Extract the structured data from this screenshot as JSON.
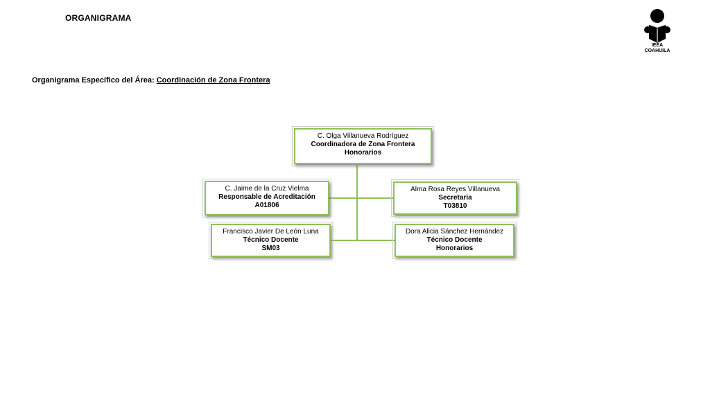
{
  "header": {
    "title": "ORGANIGRAMA",
    "logo_lines": [
      "IEEA",
      "COAHUILA"
    ]
  },
  "subtitle": {
    "prefix": "Organigrama Específico del Área:",
    "area": "Coordinación de Zona Frontera"
  },
  "colors": {
    "box_border": "#8ec05a",
    "connector": "#8ec05a"
  },
  "org": {
    "root": {
      "name": "C. Olga Villanueva Rodríguez",
      "role": "Coordinadora de Zona Frontera",
      "code": "Honorarios"
    },
    "left": [
      {
        "name": "C. Jaime de la Cruz Vielma",
        "role": "Responsable de Acreditación",
        "code": "A01806"
      },
      {
        "name": "Francisco Javier De León Luna",
        "role": "Técnico Docente",
        "code": "SM03"
      }
    ],
    "right": [
      {
        "name": "Alma Rosa Reyes Villanueva",
        "role": "Secretaria",
        "code": "T03810"
      },
      {
        "name": "Dora Alicia Sánchez Hernández",
        "role": "Técnico Docente",
        "code": "Honorarios"
      }
    ]
  }
}
